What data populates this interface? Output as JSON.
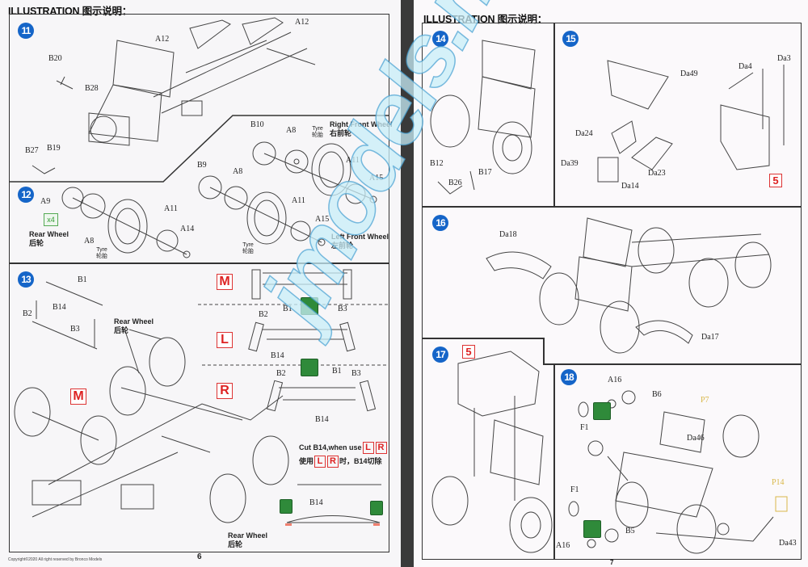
{
  "left_page": {
    "header": "ILLUSTRATION 图示说明：",
    "steps": {
      "s11": {
        "number": "11",
        "labels": {
          "a12_left": "A12",
          "a12_right": "A12",
          "b20": "B20",
          "b28": "B28",
          "b27": "B27",
          "b19": "B19"
        }
      },
      "front_wheels": {
        "right": {
          "title": "Right Front Wheel",
          "title_cn": "右前轮",
          "b10": "B10",
          "a8": "A8",
          "tyre": "Tyre",
          "tyre_cn": "轮胎",
          "a11": "A11",
          "a15": "A15"
        },
        "left": {
          "title": "Left Front Wheel",
          "title_cn": "左前轮",
          "b9": "B9",
          "a8": "A8",
          "tyre": "Tyre",
          "tyre_cn": "轮胎",
          "a11": "A11",
          "a15": "A15"
        }
      },
      "s12": {
        "number": "12",
        "a9": "A9",
        "qty": "x4",
        "title": "Rear Wheel",
        "title_cn": "后轮",
        "a8": "A8",
        "tyre": "Tyre",
        "tyre_cn": "轮胎",
        "a11": "A11",
        "a14": "A14"
      },
      "s13": {
        "number": "13",
        "b1": "B1",
        "b2": "B2",
        "b14": "B14",
        "b3": "B3",
        "rear_wheel_top": {
          "title": "Rear Wheel",
          "title_cn": "后轮"
        },
        "rear_wheel_bottom": {
          "title": "Rear Wheel",
          "title_cn": "后轮"
        },
        "marker_m": "M",
        "marker_m2": "M",
        "marker_l": "L",
        "marker_r": "R",
        "l_variant": {
          "b2": "B2",
          "b1": "B1",
          "b3": "B3",
          "b14": "B14"
        },
        "r_variant": {
          "b2": "B2",
          "b1": "B1",
          "b3": "B3",
          "b14": "B14"
        },
        "cut_note": {
          "en_prefix": "Cut B14,when use",
          "cn_prefix": "使用",
          "cn_suffix": "时，B14切除",
          "l": "L",
          "r": "R"
        },
        "cut_part": "B14"
      }
    },
    "footer": {
      "copyright": "Copyright©2020 All right reserved by Bronco Models",
      "page": "6"
    }
  },
  "right_page": {
    "header": "ILLUSTRATION 图示说明：",
    "steps": {
      "s14": {
        "number": "14",
        "b12": "B12",
        "b17": "B17",
        "b26": "B26"
      },
      "s15": {
        "number": "15",
        "da49": "Da49",
        "da24": "Da24",
        "da39": "Da39",
        "da23": "Da23",
        "da14": "Da14",
        "da4": "Da4",
        "da3": "Da3",
        "ref": "5"
      },
      "s16": {
        "number": "16",
        "da18": "Da18",
        "da17": "Da17"
      },
      "s17": {
        "number": "17",
        "ref": "5"
      },
      "s18": {
        "number": "18",
        "a16_top": "A16",
        "b6": "B6",
        "p7": "P7",
        "f1_top": "F1",
        "da46": "Da46",
        "f1_bottom": "F1",
        "p14": "P14",
        "b5": "B5",
        "a16_bottom": "A16",
        "da43": "Da43"
      }
    },
    "footer": {
      "page": "7"
    }
  },
  "watermark": "jmodels.net",
  "colors": {
    "step_badge": "#1565c8",
    "marker_red": "#d22222",
    "glue_green": "#2f8a3a",
    "photo_etch_yellow": "#d9b84a"
  }
}
